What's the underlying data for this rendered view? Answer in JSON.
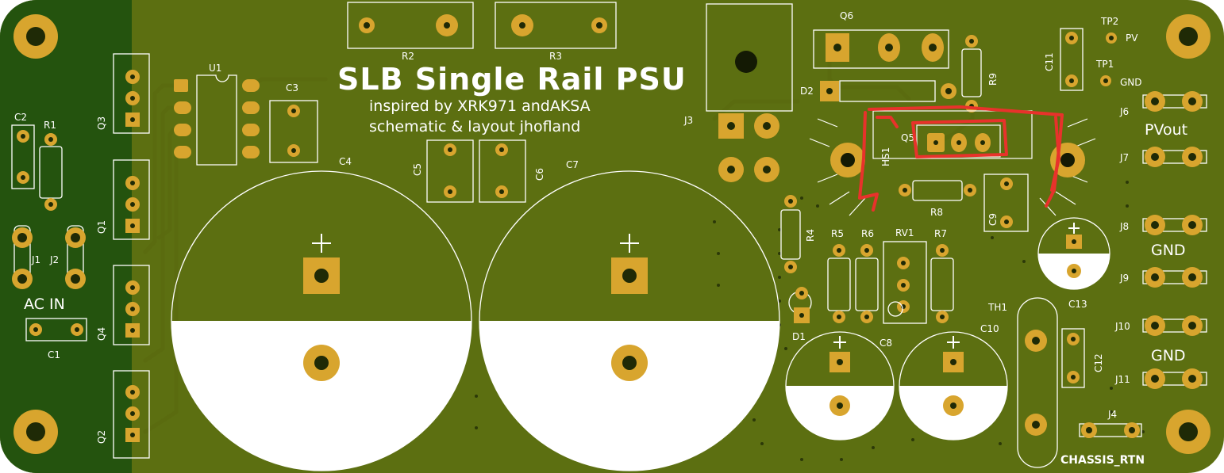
{
  "board": {
    "title": "SLB Single Rail PSU",
    "line1": "inspired by XRK971 andAKSA",
    "line2": "schematic & layout jhofland"
  },
  "colors": {
    "board": "#5c6f11",
    "dark_zone": "#24530e",
    "pad": "#d8a52e",
    "silk": "#ffffff",
    "markup": "#e8322b"
  },
  "labels": {
    "ac_in": "AC  IN",
    "pvout": "PVout",
    "gnd1": "GND",
    "gnd2": "GND",
    "chassis_rtn": "CHASSIS_RTN",
    "tp2_net": "PV",
    "tp1_net": "GND"
  },
  "refs": {
    "c1": "C1",
    "c2": "C2",
    "r1": "R1",
    "j1": "J1",
    "j2": "J2",
    "q1": "Q1",
    "q2": "Q2",
    "q3": "Q3",
    "q4": "Q4",
    "u1": "U1",
    "c3": "C3",
    "c4": "C4",
    "c5": "C5",
    "c6": "C6",
    "c7": "C7",
    "r2": "R2",
    "r3": "R3",
    "j3": "J3",
    "q5": "Q5",
    "q6": "Q6",
    "d1": "D1",
    "d2": "D2",
    "hs1": "HS1",
    "r4": "R4",
    "r5": "R5",
    "r6": "R6",
    "r7": "R7",
    "r8": "R8",
    "r9": "R9",
    "rv1": "RV1",
    "c8": "C8",
    "c9": "C9",
    "c10": "C10",
    "c11": "C11",
    "c12": "C12",
    "c13": "C13",
    "th1": "TH1",
    "tp1": "TP1",
    "tp2": "TP2",
    "j4": "J4",
    "j6": "J6",
    "j7": "J7",
    "j8": "J8",
    "j9": "J9",
    "j10": "J10",
    "j11": "J11"
  }
}
